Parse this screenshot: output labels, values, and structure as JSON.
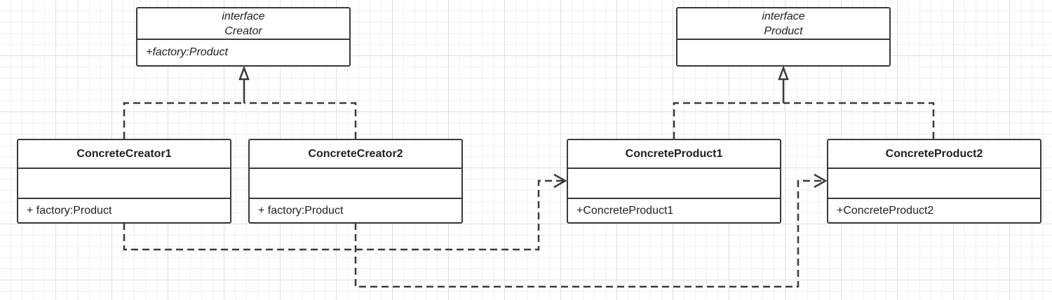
{
  "diagram": {
    "classes": {
      "creator": {
        "stereotype": "interface",
        "name": "Creator",
        "members": [
          "+factory:Product"
        ]
      },
      "product": {
        "stereotype": "interface",
        "name": "Product",
        "members": []
      },
      "concrete_creator_1": {
        "name": "ConcreteCreator1",
        "members": [
          "+ factory:Product"
        ]
      },
      "concrete_creator_2": {
        "name": "ConcreteCreator2",
        "members": [
          "+ factory:Product"
        ]
      },
      "concrete_product_1": {
        "name": "ConcreteProduct1",
        "members": [
          "+ConcreteProduct1"
        ]
      },
      "concrete_product_2": {
        "name": "ConcreteProduct2",
        "members": [
          "+ConcreteProduct2"
        ]
      }
    },
    "relations": [
      {
        "type": "realization",
        "from": "ConcreteCreator1",
        "to": "Creator"
      },
      {
        "type": "realization",
        "from": "ConcreteCreator2",
        "to": "Creator"
      },
      {
        "type": "realization",
        "from": "ConcreteProduct1",
        "to": "Product"
      },
      {
        "type": "realization",
        "from": "ConcreteProduct2",
        "to": "Product"
      },
      {
        "type": "dependency",
        "from": "ConcreteCreator1",
        "to": "ConcreteProduct1"
      },
      {
        "type": "dependency",
        "from": "ConcreteCreator2",
        "to": "ConcreteProduct2"
      }
    ],
    "colors": {
      "line": "#3a3a3a",
      "box_fill": "#ffffff",
      "grid": "#dedede"
    }
  }
}
